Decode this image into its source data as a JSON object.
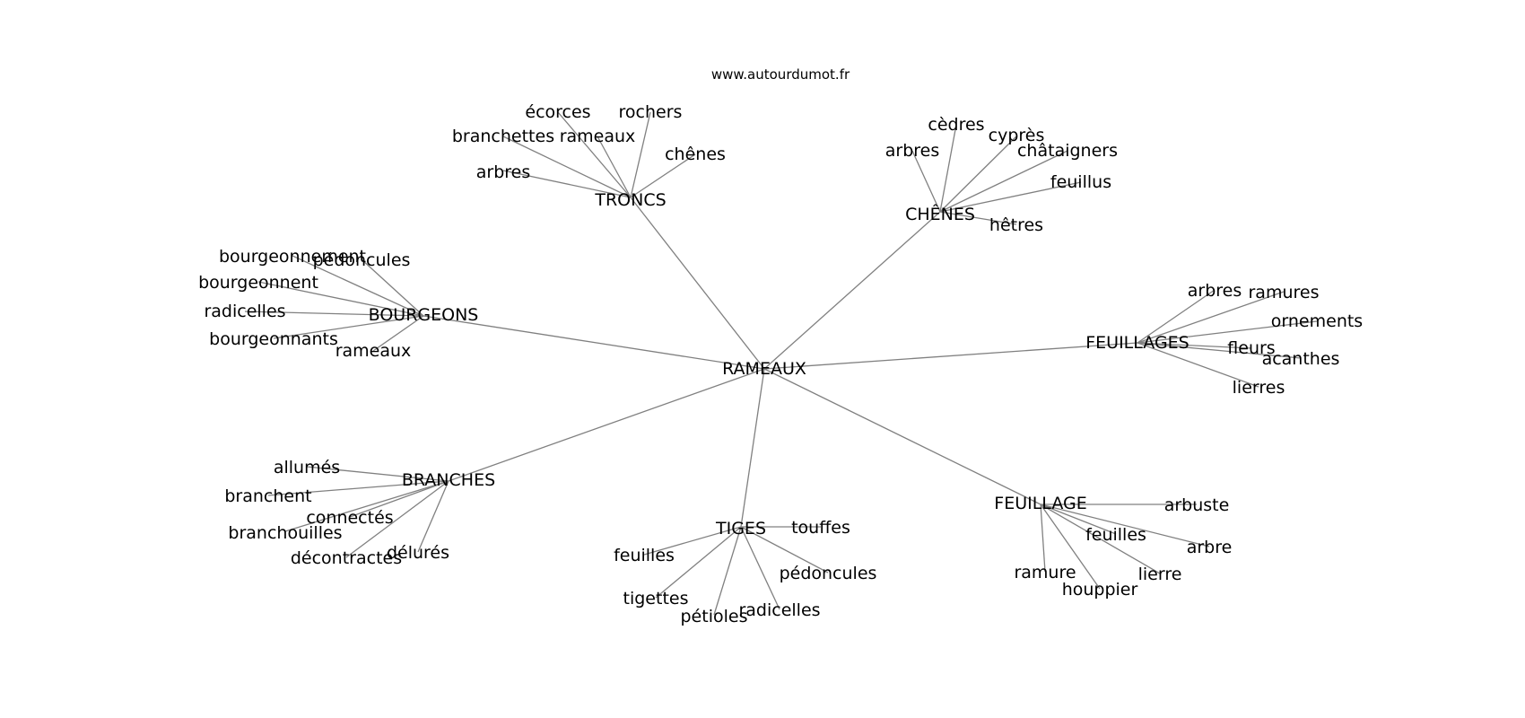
{
  "credit": "www.autourdumot.fr",
  "colors": {
    "edge": "#808080",
    "text": "#000000",
    "background": "#ffffff"
  },
  "graph": {
    "center": "RAMEAUX",
    "clusters": [
      {
        "hub": "TRONCS",
        "leaves": [
          "écorces",
          "rochers",
          "branchettes",
          "rameaux",
          "chênes",
          "arbres"
        ]
      },
      {
        "hub": "CHÊNES",
        "leaves": [
          "cèdres",
          "cyprès",
          "arbres",
          "châtaigners",
          "feuillus",
          "hêtres"
        ]
      },
      {
        "hub": "BOURGEONS",
        "leaves": [
          "bourgeonnement",
          "pédoncules",
          "bourgeonnent",
          "radicelles",
          "bourgeonnants",
          "rameaux"
        ]
      },
      {
        "hub": "FEUILLAGES",
        "leaves": [
          "arbres",
          "ramures",
          "ornements",
          "fleurs",
          "acanthes",
          "lierres"
        ]
      },
      {
        "hub": "BRANCHES",
        "leaves": [
          "allumés",
          "branchent",
          "connectés",
          "branchouilles",
          "décontractés",
          "délurés"
        ]
      },
      {
        "hub": "TIGES",
        "leaves": [
          "touffes",
          "feuilles",
          "pédoncules",
          "tigettes",
          "radicelles",
          "pétioles"
        ]
      },
      {
        "hub": "FEUILLAGE",
        "leaves": [
          "arbuste",
          "feuilles",
          "arbre",
          "lierre",
          "ramure",
          "houppier"
        ]
      }
    ]
  }
}
